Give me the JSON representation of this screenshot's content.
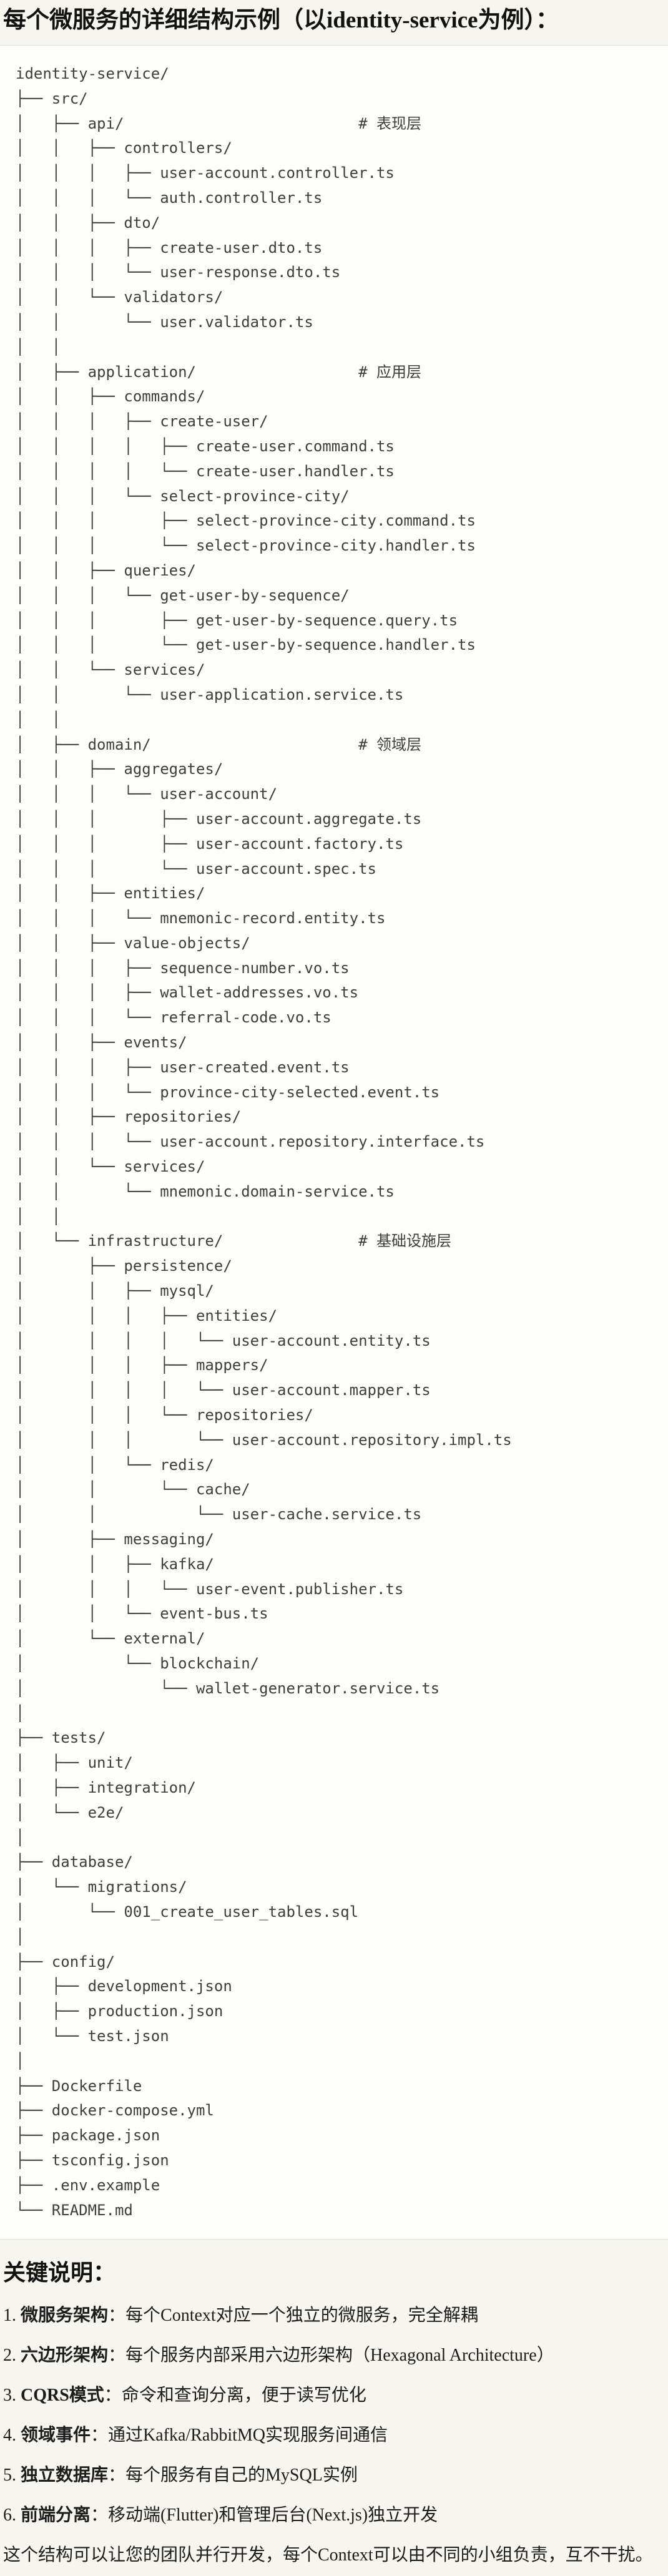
{
  "page": {
    "title": "每个微服务的详细结构示例（以identity-service为例）："
  },
  "colors": {
    "page_bg": "#f7f5ef",
    "code_bg": "#fdfdfb",
    "code_border": "#dfddd6",
    "code_text": "#3e3e3d",
    "heading_text": "#111111"
  },
  "code_block": {
    "tree_lines": [
      "identity-service/",
      "├── src/",
      "│   ├── api/                          # 表现层",
      "│   │   ├── controllers/",
      "│   │   │   ├── user-account.controller.ts",
      "│   │   │   └── auth.controller.ts",
      "│   │   ├── dto/",
      "│   │   │   ├── create-user.dto.ts",
      "│   │   │   └── user-response.dto.ts",
      "│   │   └── validators/",
      "│   │       └── user.validator.ts",
      "│   │",
      "│   ├── application/                  # 应用层",
      "│   │   ├── commands/",
      "│   │   │   ├── create-user/",
      "│   │   │   │   ├── create-user.command.ts",
      "│   │   │   │   └── create-user.handler.ts",
      "│   │   │   └── select-province-city/",
      "│   │   │       ├── select-province-city.command.ts",
      "│   │   │       └── select-province-city.handler.ts",
      "│   │   ├── queries/",
      "│   │   │   └── get-user-by-sequence/",
      "│   │   │       ├── get-user-by-sequence.query.ts",
      "│   │   │       └── get-user-by-sequence.handler.ts",
      "│   │   └── services/",
      "│   │       └── user-application.service.ts",
      "│   │",
      "│   ├── domain/                       # 领域层",
      "│   │   ├── aggregates/",
      "│   │   │   └── user-account/",
      "│   │   │       ├── user-account.aggregate.ts",
      "│   │   │       ├── user-account.factory.ts",
      "│   │   │       └── user-account.spec.ts",
      "│   │   ├── entities/",
      "│   │   │   └── mnemonic-record.entity.ts",
      "│   │   ├── value-objects/",
      "│   │   │   ├── sequence-number.vo.ts",
      "│   │   │   ├── wallet-addresses.vo.ts",
      "│   │   │   └── referral-code.vo.ts",
      "│   │   ├── events/",
      "│   │   │   ├── user-created.event.ts",
      "│   │   │   └── province-city-selected.event.ts",
      "│   │   ├── repositories/",
      "│   │   │   └── user-account.repository.interface.ts",
      "│   │   └── services/",
      "│   │       └── mnemonic.domain-service.ts",
      "│   │",
      "│   └── infrastructure/               # 基础设施层",
      "│       ├── persistence/",
      "│       │   ├── mysql/",
      "│       │   │   ├── entities/",
      "│       │   │   │   └── user-account.entity.ts",
      "│       │   │   ├── mappers/",
      "│       │   │   │   └── user-account.mapper.ts",
      "│       │   │   └── repositories/",
      "│       │   │       └── user-account.repository.impl.ts",
      "│       │   └── redis/",
      "│       │       └── cache/",
      "│       │           └── user-cache.service.ts",
      "│       ├── messaging/",
      "│       │   ├── kafka/",
      "│       │   │   └── user-event.publisher.ts",
      "│       │   └── event-bus.ts",
      "│       └── external/",
      "│           └── blockchain/",
      "│               └── wallet-generator.service.ts",
      "│",
      "├── tests/",
      "│   ├── unit/",
      "│   ├── integration/",
      "│   └── e2e/",
      "│",
      "├── database/",
      "│   └── migrations/",
      "│       └── 001_create_user_tables.sql",
      "│",
      "├── config/",
      "│   ├── development.json",
      "│   ├── production.json",
      "│   └── test.json",
      "│",
      "├── Dockerfile",
      "├── docker-compose.yml",
      "├── package.json",
      "├── tsconfig.json",
      "├── .env.example",
      "└── README.md"
    ]
  },
  "notes": {
    "heading": "关键说明：",
    "items": [
      {
        "num": "1. ",
        "term": "微服务架构",
        "colon": "：",
        "desc": "每个Context对应一个独立的微服务，完全解耦"
      },
      {
        "num": "2. ",
        "term": "六边形架构",
        "colon": "：",
        "desc": "每个服务内部采用六边形架构（Hexagonal Architecture）"
      },
      {
        "num": "3. ",
        "term": "CQRS模式",
        "colon": "：",
        "desc": "命令和查询分离，便于读写优化"
      },
      {
        "num": "4. ",
        "term": "领域事件",
        "colon": "：",
        "desc": "通过Kafka/RabbitMQ实现服务间通信"
      },
      {
        "num": "5. ",
        "term": "独立数据库",
        "colon": "：",
        "desc": "每个服务有自己的MySQL实例"
      },
      {
        "num": "6. ",
        "term": "前端分离",
        "colon": "：",
        "desc": "移动端(Flutter)和管理后台(Next.js)独立开发"
      }
    ],
    "footer": "这个结构可以让您的团队并行开发，每个Context可以由不同的小组负责，互不干扰。"
  }
}
